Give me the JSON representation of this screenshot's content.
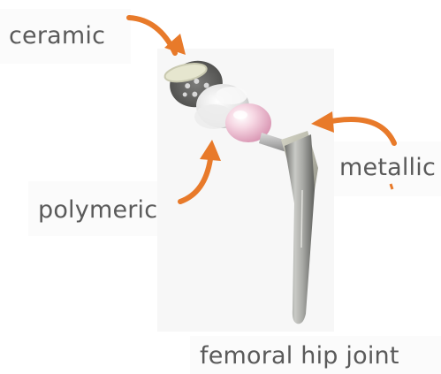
{
  "labels": {
    "ceramic": "ceramic",
    "polymeric": "polymeric",
    "metallic": "metallic",
    "caption": "femoral hip joint"
  },
  "colors": {
    "arrow": "#e87a2a",
    "text": "#5a5a5a",
    "metal": "#a8a9a5",
    "liner": "#e7e7e7",
    "ball": "#f2c4d6",
    "cup_rim": "#dcdcc8"
  },
  "icons": {
    "arrow": "curved-arrow-icon"
  }
}
